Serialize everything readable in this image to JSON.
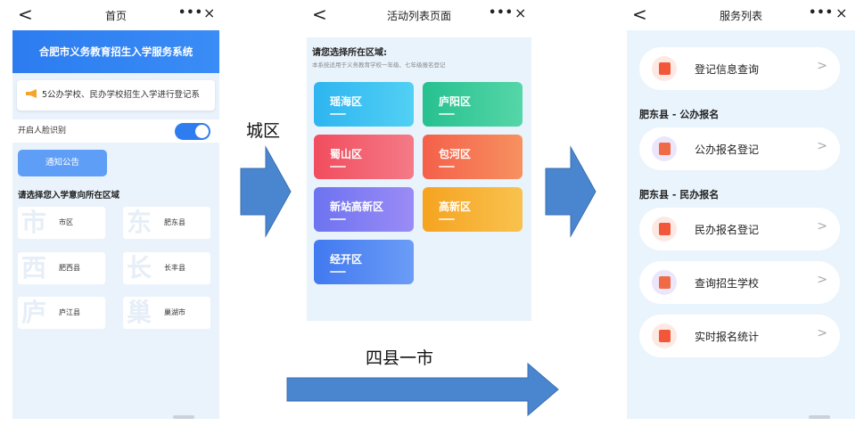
{
  "phone1": {
    "topbar": {
      "back": "<",
      "title": "首页",
      "more": "•••",
      "close": "×"
    },
    "header": "合肥市义务教育招生入学服务系统",
    "notice_text": "5公办学校、民办学校招生入学进行登记系",
    "face_label": "开启人脸识别",
    "face_on": true,
    "notice_button": "通知公告",
    "area_prompt": "请选择您入学意向所在区域",
    "areas": [
      {
        "big": "市",
        "label": "市区"
      },
      {
        "big": "东",
        "label": "肥东县"
      },
      {
        "big": "西",
        "label": "肥西县"
      },
      {
        "big": "长",
        "label": "长丰县"
      },
      {
        "big": "庐",
        "label": "庐江县"
      },
      {
        "big": "巢",
        "label": "巢湖市"
      }
    ]
  },
  "phone2": {
    "topbar": {
      "back": "<",
      "title": "活动列表页面",
      "more": "•••",
      "close": "×"
    },
    "heading": "请您选择所在区域:",
    "subheading": "本系统适用于义务教育学校一年级、七年级报名登记",
    "tiles": [
      {
        "label": "瑶海区",
        "color": "#2eb5f0"
      },
      {
        "label": "庐阳区",
        "color": "#27c08f"
      },
      {
        "label": "蜀山区",
        "color": "#f14d5e"
      },
      {
        "label": "包河区",
        "color": "#f4604a"
      },
      {
        "label": "新站高新区",
        "color": "#6d73f0"
      },
      {
        "label": "高新区",
        "color": "#f6a320"
      },
      {
        "label": "经开区",
        "color": "#4179f0"
      }
    ]
  },
  "phone3": {
    "topbar": {
      "back": "<",
      "title": "服务列表",
      "more": "•••",
      "close": "×"
    },
    "items": [
      {
        "label": "登记信息查询",
        "arrow": ">"
      },
      {
        "label": "公办报名登记",
        "arrow": ">"
      },
      {
        "label": "民办报名登记",
        "arrow": ">"
      },
      {
        "label": "查询招生学校",
        "arrow": ">"
      },
      {
        "label": "实时报名统计",
        "arrow": ">"
      }
    ],
    "section_public": "肥东县 - 公办报名",
    "section_private": "肥东县 - 民办报名"
  },
  "flow": {
    "city_label": "城区",
    "county_label": "四县一市",
    "arrow_color": "#4a86cf"
  }
}
